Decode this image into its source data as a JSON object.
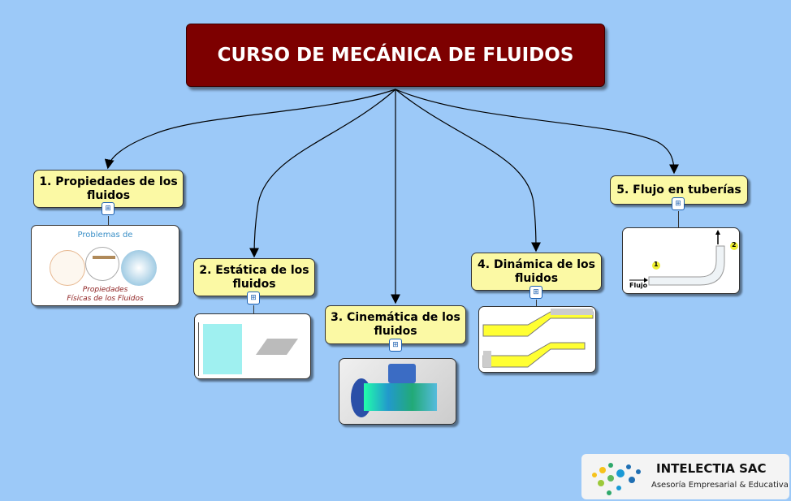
{
  "title": "CURSO DE MECÁNICA DE FLUIDOS",
  "nodes": [
    {
      "label": "1. Propiedades de los fluidos",
      "image_text": [
        "Problemas de",
        "Propiedades",
        "Físicas de los Fluidos"
      ]
    },
    {
      "label": "2. Estática de los fluidos"
    },
    {
      "label": "3. Cinemática de los fluidos"
    },
    {
      "label": "4. Dinámica de los fluidos"
    },
    {
      "label": "5. Flujo en tuberías",
      "image_text": [
        "Flujo",
        "1",
        "2"
      ]
    }
  ],
  "logo": {
    "name": "INTELECTIA SAC",
    "tagline": "Asesoría Empresarial & Educativa"
  },
  "colors": {
    "background": "#9cc9f8",
    "title_bg": "#7d0000",
    "node_bg": "#fbf9a4"
  }
}
